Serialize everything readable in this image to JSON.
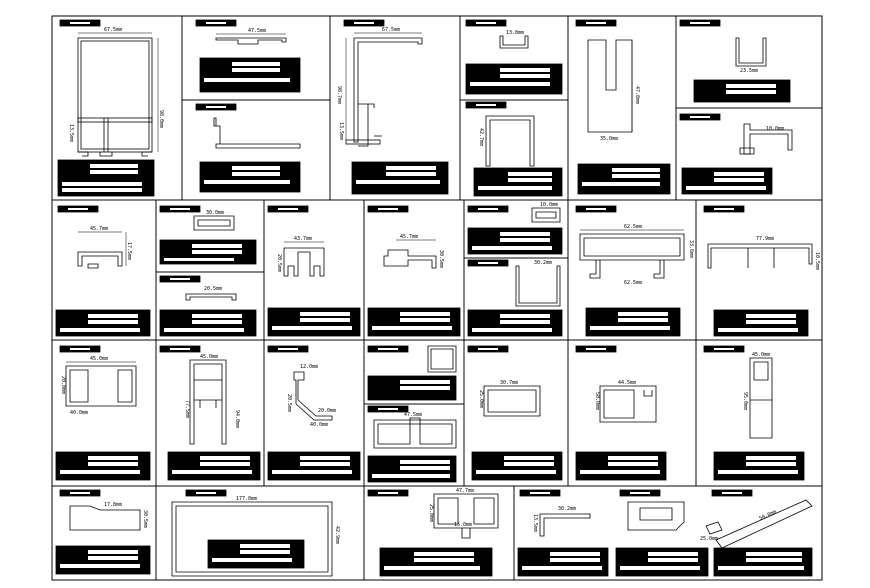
{
  "sheet": {
    "background": "#ffffff",
    "ink": "#000000"
  },
  "dimensions": {
    "p1_width": "67.5mm",
    "p1_height": "98.0mm",
    "p1_lower": "13.5mm",
    "p2_width": "47.5mm",
    "p4_width": "67.5mm",
    "p4_height": "98.7mm",
    "p4_lower": "13.5mm",
    "p5_width": "13.8mm",
    "p6_height": "42.7mm",
    "p7_height": "47.8mm",
    "p7_base": "35.0mm",
    "p8_width": "23.5mm",
    "p9_lower": "10.0mm",
    "p10_width": "45.7mm",
    "p10_height": "17.5mm",
    "p11_width": "30.0mm",
    "p11_height": "20.5mm",
    "p13_width": "43.7mm",
    "p13_height": "20.5mm",
    "p14_width": "45.7mm",
    "p14_height": "30.5mm",
    "p16_width": "10.0mm",
    "p17_width": "30.2mm",
    "p18_width": "62.5mm",
    "p18_height": "33.6mm",
    "p18_lower": "62.5mm",
    "p19_width": "77.9mm",
    "p19_height": "10.5mm",
    "p20_width": "45.0mm",
    "p20_height": "20.0mm",
    "p20_lower": "40.0mm",
    "p21_width": "45.0mm",
    "p21_height": "77.5mm",
    "p21_right": "94.0mm",
    "p22_width": "12.0mm",
    "p22_height": "20.5mm",
    "p22_b1": "20.0mm",
    "p22_b2": "40.0mm",
    "p24_width": "47.5mm",
    "p25_width": "30.7mm",
    "p25_height": "25.0mm",
    "p26_width": "44.5mm",
    "p26_height": "50.0mm",
    "p27_width": "45.0mm",
    "p27_height": "95.0mm",
    "p28_width": "17.8mm",
    "p28_height": "30.5mm",
    "p29_width": "177.0mm",
    "p29_height": "42.9mm",
    "p30_width": "47.7mm",
    "p30_height": "25.0mm",
    "p30_mid": "15.0mm",
    "p31_width": "30.2mm",
    "p31_height": "13.5mm",
    "p33_width": "50.0mm",
    "p33_height": "25.0mm"
  }
}
